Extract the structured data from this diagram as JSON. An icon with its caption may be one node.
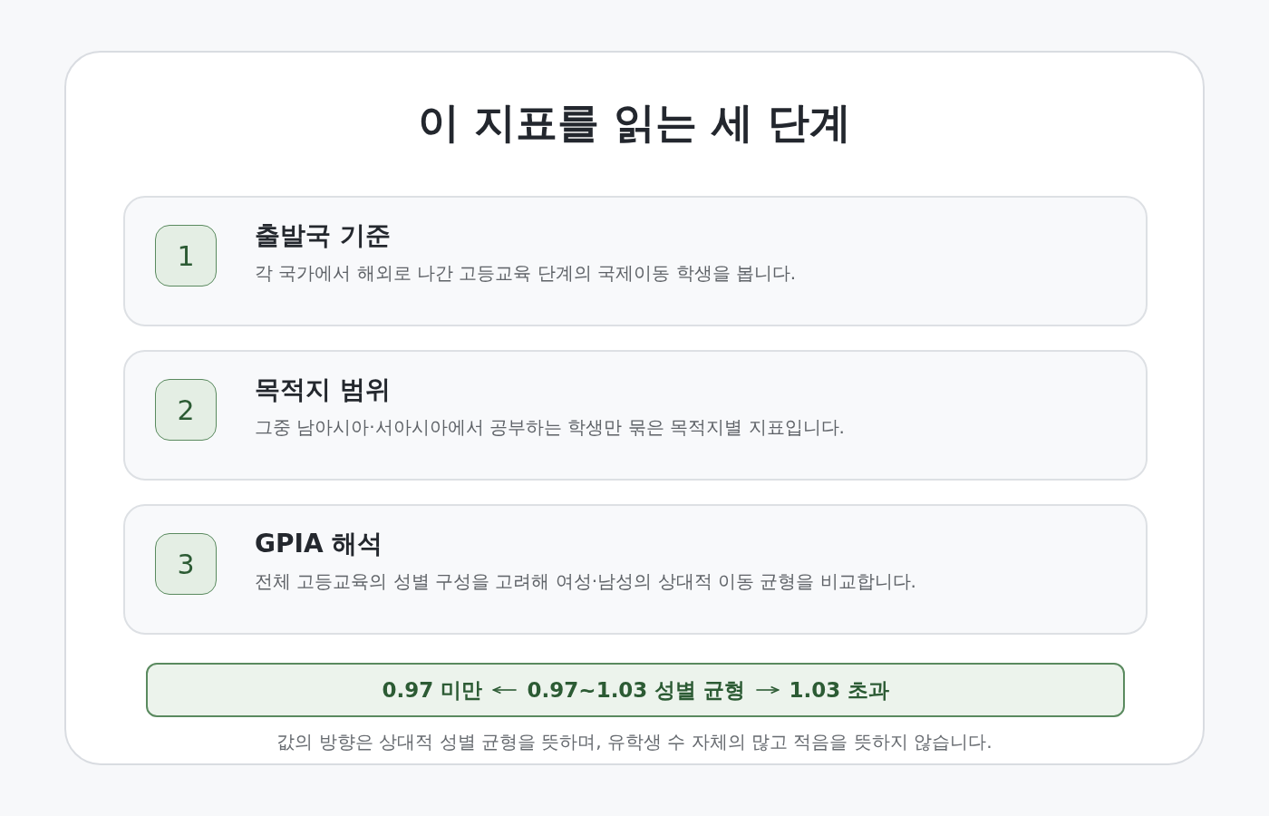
{
  "diagram": {
    "title": "이 지표를 읽는 세 단계",
    "caption": "값의 방향은 상대적 성별 균형을 뜻하며, 유학생 수 자체의 많고 적음을 뜻하지 않습니다.",
    "nodes": [
      {
        "text": [
          "출발국 기준",
          "각 국가에서 해외로 나간 고등교육 단계의 국제이동 학생을 봅니다."
        ]
      },
      {
        "text": [
          "1"
        ],
        "in": 0
      },
      {
        "text": [
          "목적지 범위",
          "그중 남아시아·서아시아에서 공부하는 학생만 묶은 목적지별 지표입니다."
        ]
      },
      {
        "text": [
          "2"
        ],
        "in": 2
      },
      {
        "text": [
          "GPIA 해석",
          "전체 고등교육의 성별 구성을 고려해 여성·남성의 상대적 이동 균형을 비교합니다."
        ]
      },
      {
        "text": [
          "3"
        ],
        "in": 4
      },
      {
        "text": [],
        "shape": "bar"
      },
      {
        "text": [
          "0.97 미만"
        ],
        "in": 6
      },
      {
        "text": [
          "0.97~1.03 성별 균형"
        ],
        "in": 6
      },
      {
        "text": [
          "1.03 초과"
        ],
        "in": 6
      }
    ],
    "edges": [
      {
        "from": 8,
        "to": 7,
        "arrow": "to"
      },
      {
        "from": 8,
        "to": 9,
        "arrow": "to"
      }
    ]
  }
}
